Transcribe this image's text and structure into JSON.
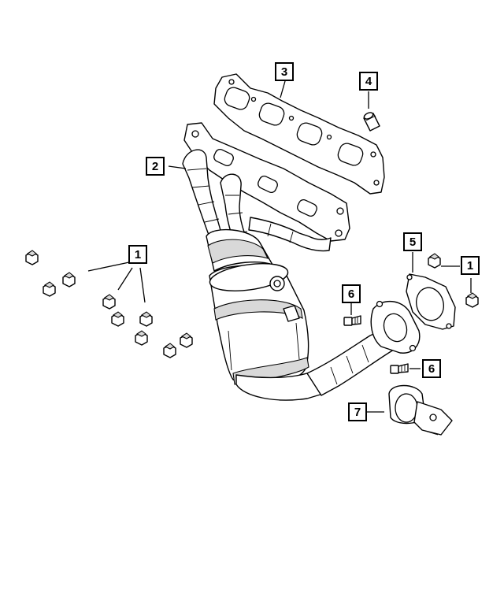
{
  "callouts": [
    {
      "id": "callout-1-left",
      "label": "1"
    },
    {
      "id": "callout-1-right",
      "label": "1"
    },
    {
      "id": "callout-2",
      "label": "2"
    },
    {
      "id": "callout-3",
      "label": "3"
    },
    {
      "id": "callout-4",
      "label": "4"
    },
    {
      "id": "callout-5",
      "label": "5"
    },
    {
      "id": "callout-6-top",
      "label": "6"
    },
    {
      "id": "callout-6-bottom",
      "label": "6"
    },
    {
      "id": "callout-7",
      "label": "7"
    }
  ],
  "colors": {
    "line": "#000000",
    "background": "#ffffff",
    "shade": "#d9d9d9"
  }
}
